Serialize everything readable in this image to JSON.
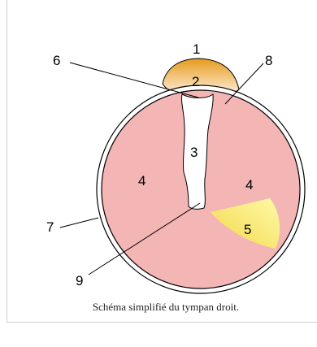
{
  "figure": {
    "caption": "Schéma simplifié du tympan droit.",
    "labels": {
      "l1": "1",
      "l2": "2",
      "l3": "3",
      "l4a": "4",
      "l4b": "4",
      "l5": "5",
      "l6": "6",
      "l7": "7",
      "l8": "8",
      "l9": "9"
    },
    "colors": {
      "membrane": "#F4B5B5",
      "rim_outer": "#6b6b6b",
      "cap_top": "#E69A1E",
      "cap_bottom": "#FFF6EA",
      "cone_light": "#FFF9A8",
      "cone_dark": "#F2D84A",
      "handle": "#ffffff"
    }
  }
}
